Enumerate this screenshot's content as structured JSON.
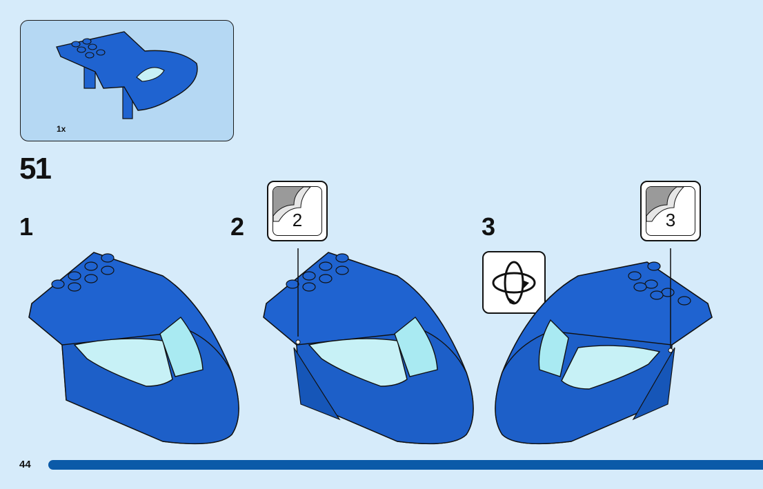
{
  "parts_box": {
    "quantity": "1x"
  },
  "step": {
    "number": "51"
  },
  "substeps": [
    {
      "label": "1"
    },
    {
      "label": "2",
      "sticker": "2"
    },
    {
      "label": "3",
      "sticker": "3"
    }
  ],
  "page": {
    "number": "44",
    "progress": 1.0
  },
  "colors": {
    "background": "#d6ebfa",
    "parts_box": "#b5d8f3",
    "brick_blue": "#1f63d0",
    "glass": "#c7f1f6",
    "progress_bar": "#0b5aa8"
  },
  "icons": {
    "rotate": "rotate-model-icon",
    "sticker": "sticker-icon"
  }
}
